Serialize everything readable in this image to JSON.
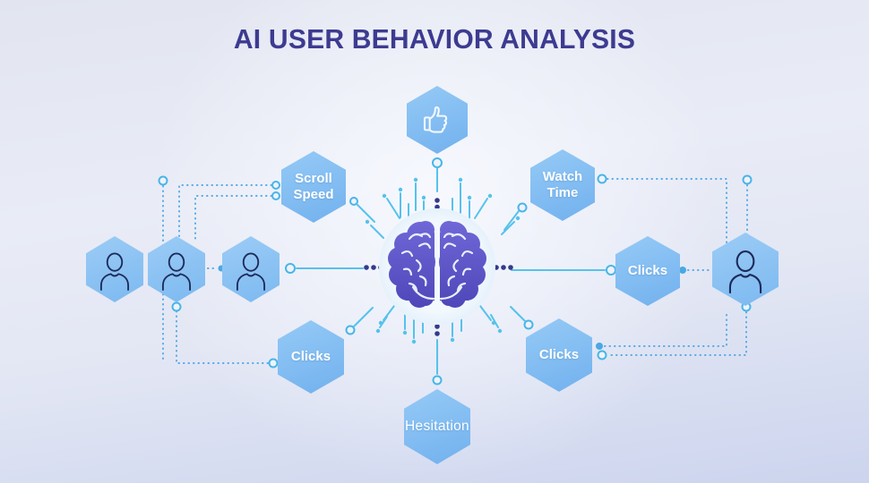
{
  "title": "AI USER BEHAVIOR ANALYSIS",
  "center_node": {
    "name": "AI brain",
    "icon": "brain-icon"
  },
  "top_node": {
    "icon": "thumbs-up-icon"
  },
  "metrics": {
    "scroll_speed": {
      "label": "Scroll Speed"
    },
    "watch_time": {
      "label": "Watch Time"
    },
    "clicks_mid_right": {
      "label": "Clicks"
    },
    "clicks_bottom_left": {
      "label": "Clicks"
    },
    "clicks_bottom_right": {
      "label": "Clicks"
    },
    "hesitation": {
      "label": "Hesitation"
    }
  },
  "users": {
    "icon": "user-icon",
    "left_group_count": 3,
    "right_group_count": 1
  },
  "colors": {
    "background_top": "#e7eaf4",
    "background_bottom": "#ccd4ee",
    "hexagon_blue": "#7fbbf0",
    "circuit_cyan": "#52c0ea",
    "dotted_blue": "#57a9e6",
    "brain_purple": "#564fc4",
    "dark_dot_indigo": "#333a8c",
    "title_indigo": "#3d3b91",
    "person_outline_navy": "#1d2b5a"
  }
}
